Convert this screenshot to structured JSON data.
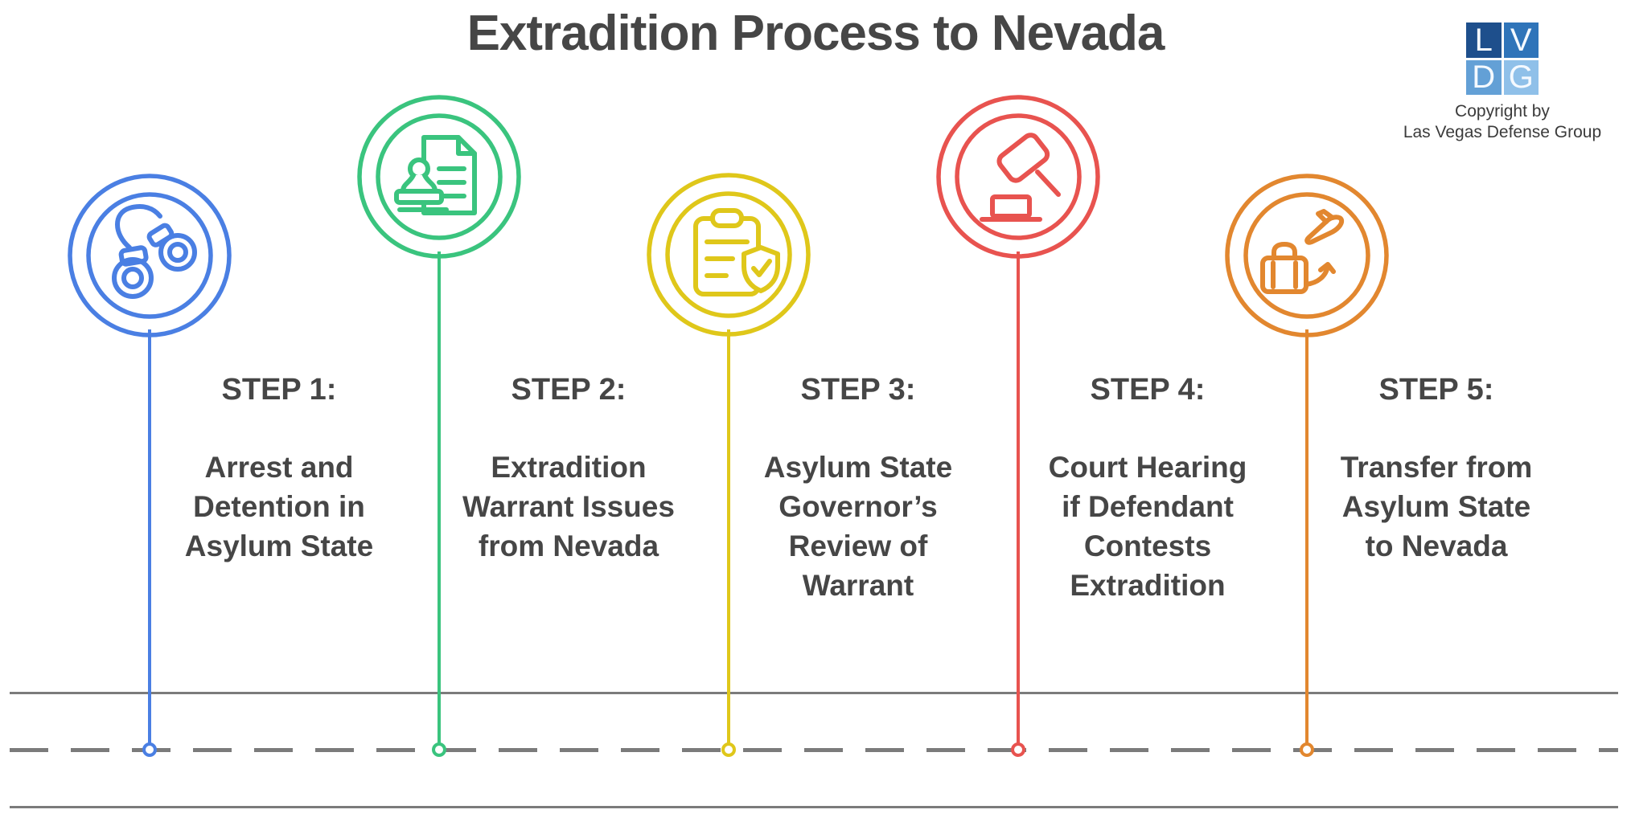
{
  "title": "Extradition Process to Nevada",
  "colors": {
    "road": "#7b7b7b",
    "ink": "#464646"
  },
  "logo": {
    "letters": [
      "L",
      "V",
      "D",
      "G"
    ],
    "quadrant_colors": [
      "#1e4f8c",
      "#2f74b9",
      "#63a0d6",
      "#8fc0e9"
    ],
    "caption_line1": "Copyright by",
    "caption_line2": "Las Vegas Defense Group"
  },
  "steps": [
    {
      "label": "STEP 1:",
      "lines": [
        "Arrest and",
        "Detention in",
        "Asylum State"
      ],
      "color": "#4a7fe3",
      "icon": "handcuffs"
    },
    {
      "label": "STEP 2:",
      "lines": [
        "Extradition",
        "Warrant Issues",
        "from Nevada"
      ],
      "color": "#3ac47e",
      "icon": "stamped-document"
    },
    {
      "label": "STEP 3:",
      "lines": [
        "Asylum State",
        "Governor’s",
        "Review of",
        "Warrant"
      ],
      "color": "#dfc71a",
      "icon": "clipboard-shield-check"
    },
    {
      "label": "STEP 4:",
      "lines": [
        "Court Hearing",
        "if Defendant",
        "Contests",
        "Extradition"
      ],
      "color": "#e8534f",
      "icon": "gavel"
    },
    {
      "label": "STEP 5:",
      "lines": [
        "Transfer from",
        "Asylum State",
        "to Nevada"
      ],
      "color": "#e2872f",
      "icon": "luggage-plane"
    }
  ]
}
